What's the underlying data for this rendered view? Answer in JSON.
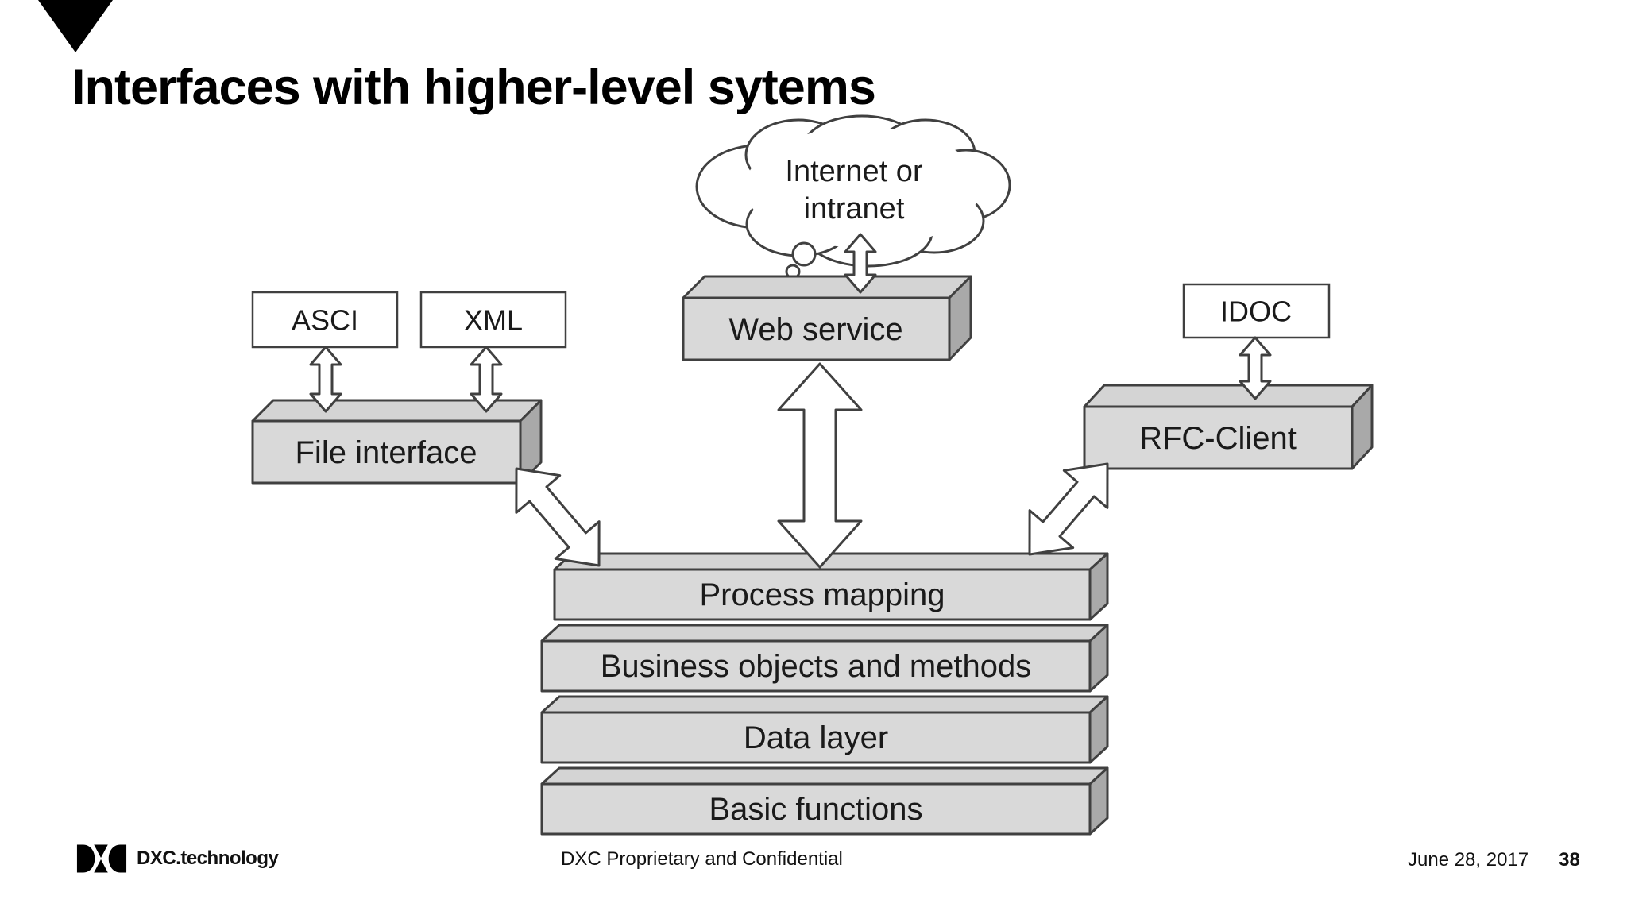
{
  "slide": {
    "title": "Interfaces with higher-level sytems",
    "marker_icon": "down-triangle-icon"
  },
  "diagram": {
    "cloud": {
      "line1": "Internet or",
      "line2": "intranet"
    },
    "protocol_boxes": {
      "asci": "ASCI",
      "xml": "XML",
      "idoc": "IDOC"
    },
    "interface_boxes": {
      "web_service": "Web service",
      "file_interface": "File interface",
      "rfc_client": "RFC-Client"
    },
    "layers": [
      "Process mapping",
      "Business objects and methods",
      "Data layer",
      "Basic functions"
    ],
    "colors": {
      "box_front": "#d9d9d9",
      "box_top": "#d4d4d4",
      "box_side": "#a9a9a9",
      "outline": "#404040",
      "arrow_fill": "#ffffff",
      "text": "#1a1a1a",
      "marker": "#000000"
    }
  },
  "footer": {
    "logo_icon": "dxc-logo",
    "logo_text": "DXC.technology",
    "confidential_text": "DXC Proprietary and Confidential",
    "date": "June 28, 2017",
    "page_number": "38"
  }
}
